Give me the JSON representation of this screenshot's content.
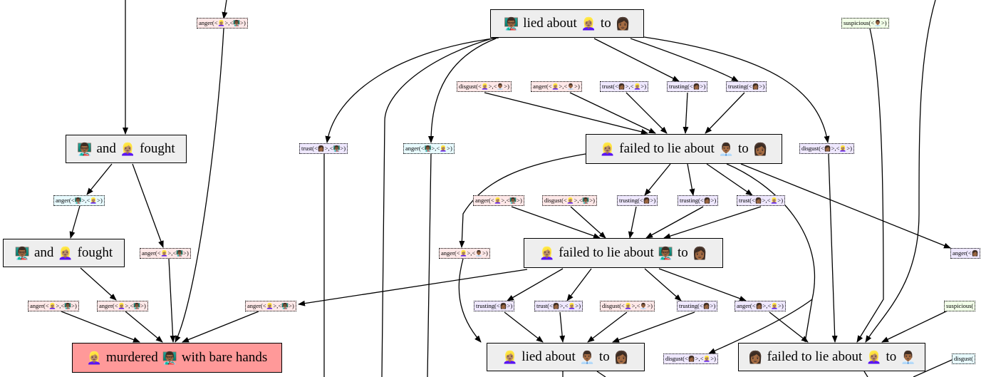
{
  "glyphs": {
    "a": "👨🏾‍🏫",
    "b": "👱🏽‍♀️",
    "c": "👩🏾",
    "d": "👨🏾‍💼"
  },
  "nodes": [
    {
      "id": "n_lied_top",
      "ref": "lied_top",
      "tokens": [
        "G:a",
        "lied about",
        "G:b",
        "to",
        "G:c"
      ],
      "goal": false
    },
    {
      "id": "n_fought1",
      "ref": "fought1",
      "tokens": [
        "G:a",
        "and",
        "G:b",
        "fought"
      ],
      "goal": false
    },
    {
      "id": "n_fought2",
      "ref": "fought2",
      "tokens": [
        "G:a",
        "and",
        "G:b",
        "fought"
      ],
      "goal": false
    },
    {
      "id": "n_failed1",
      "ref": "failed1",
      "tokens": [
        "G:b",
        "failed to lie about",
        "G:d",
        "to",
        "G:c"
      ],
      "goal": false
    },
    {
      "id": "n_failed2",
      "ref": "failed2",
      "tokens": [
        "G:b",
        "failed to lie about",
        "G:a",
        "to",
        "G:c"
      ],
      "goal": false
    },
    {
      "id": "n_lied_bot",
      "ref": "lied_bot",
      "tokens": [
        "G:b",
        "lied about",
        "G:d",
        "to",
        "G:c"
      ],
      "goal": false
    },
    {
      "id": "n_failed3",
      "ref": "failed3",
      "tokens": [
        "G:c",
        "failed to lie about",
        "G:b",
        "to",
        "G:d"
      ],
      "goal": false
    },
    {
      "id": "n_murdered",
      "ref": "murdered",
      "tokens": [
        "G:b",
        "murdered",
        "G:a",
        "with bare hands"
      ],
      "goal": true
    }
  ],
  "labels": [
    {
      "id": "l_anger_top",
      "color": "#ffe8e8",
      "tokens": [
        "anger(<",
        "G:b",
        ">,<",
        "G:a",
        ">)"
      ]
    },
    {
      "id": "l_susp_top",
      "color": "#f2ffe8",
      "tokens": [
        "suspicious(<",
        "G:d",
        ">)"
      ]
    },
    {
      "id": "l_disgust1",
      "color": "#ffe8e8",
      "tokens": [
        "disgust(<",
        "G:b",
        ">,<",
        "G:d",
        ">)"
      ]
    },
    {
      "id": "l_anger2",
      "color": "#ffe8e8",
      "tokens": [
        "anger(<",
        "G:b",
        ">,<",
        "G:d",
        ">)"
      ]
    },
    {
      "id": "l_trust3",
      "color": "#efe8ff",
      "tokens": [
        "trust(<",
        "G:c",
        ">,<",
        "G:b",
        ">)"
      ]
    },
    {
      "id": "l_trusting1",
      "color": "#efe8ff",
      "tokens": [
        "trusting(<",
        "G:c",
        ">)"
      ]
    },
    {
      "id": "l_trusting2",
      "color": "#efe8ff",
      "tokens": [
        "trusting(<",
        "G:c",
        ">)"
      ]
    },
    {
      "id": "l_trust_left",
      "color": "#efe8ff",
      "tokens": [
        "trust(<",
        "G:c",
        ">,<",
        "G:a",
        ">)"
      ]
    },
    {
      "id": "l_anger_mid",
      "color": "#e8fbff",
      "tokens": [
        "anger(<",
        "G:a",
        ">,<",
        "G:b",
        ">)"
      ]
    },
    {
      "id": "l_disgust_r",
      "color": "#efe8ff",
      "tokens": [
        "disgust(<",
        "G:c",
        ">,<",
        "G:b",
        ">)"
      ]
    },
    {
      "id": "l_anger_f1",
      "color": "#e8fbff",
      "tokens": [
        "anger(<",
        "G:a",
        ">,<",
        "G:b",
        ">)"
      ]
    },
    {
      "id": "l_anger_f2",
      "color": "#ffe8e8",
      "tokens": [
        "anger(<",
        "G:b",
        ">,<",
        "G:a",
        ">)"
      ]
    },
    {
      "id": "l_anger_r1",
      "color": "#ffe8e8",
      "tokens": [
        "anger(<",
        "G:b",
        ">,<",
        "G:a",
        ">)"
      ]
    },
    {
      "id": "l_disgust_r1",
      "color": "#ffe8e8",
      "tokens": [
        "disgust(<",
        "G:b",
        ">,<",
        "G:a",
        ">)"
      ]
    },
    {
      "id": "l_trusting_r1a",
      "color": "#efe8ff",
      "tokens": [
        "trusting(<",
        "G:c",
        ">)"
      ]
    },
    {
      "id": "l_trusting_r1b",
      "color": "#efe8ff",
      "tokens": [
        "trusting(<",
        "G:c",
        ">)"
      ]
    },
    {
      "id": "l_trust_r1",
      "color": "#efe8ff",
      "tokens": [
        "trust(<",
        "G:c",
        ">,<",
        "G:b",
        ">)"
      ]
    },
    {
      "id": "l_anger_left2",
      "color": "#ffe8e8",
      "tokens": [
        "anger(<",
        "G:b",
        ">,<",
        "G:d",
        ">)"
      ]
    },
    {
      "id": "l_anger_edge",
      "color": "#efe8ff",
      "tokens": [
        "anger(<",
        "G:c"
      ]
    },
    {
      "id": "l_anger_f2a",
      "color": "#ffe8e8",
      "tokens": [
        "anger(<",
        "G:b",
        ">,<",
        "G:a",
        ">)"
      ]
    },
    {
      "id": "l_anger_f2b",
      "color": "#ffe8e8",
      "tokens": [
        "anger(<",
        "G:b",
        ">,<",
        "G:a",
        ">)"
      ]
    },
    {
      "id": "l_anger_mid2",
      "color": "#ffe8e8",
      "tokens": [
        "anger(<",
        "G:b",
        ">,<",
        "G:a",
        ">)"
      ]
    },
    {
      "id": "l_trusting_r2a",
      "color": "#efe8ff",
      "tokens": [
        "trusting(<",
        "G:c",
        ">)"
      ]
    },
    {
      "id": "l_trust_r2",
      "color": "#efe8ff",
      "tokens": [
        "trust(<",
        "G:c",
        ">,<",
        "G:b",
        ">)"
      ]
    },
    {
      "id": "l_disgust_r2",
      "color": "#ffe8e8",
      "tokens": [
        "disgust(<",
        "G:b",
        ">,<",
        "G:d",
        ">)"
      ]
    },
    {
      "id": "l_trusting_r2b",
      "color": "#efe8ff",
      "tokens": [
        "trusting(<",
        "G:c",
        ">)"
      ]
    },
    {
      "id": "l_anger_r2",
      "color": "#efe8ff",
      "tokens": [
        "anger(<",
        "G:c",
        ">,<",
        "G:b",
        ">)"
      ]
    },
    {
      "id": "l_susp_edge",
      "color": "#f2ffe8",
      "tokens": [
        "suspicious("
      ]
    },
    {
      "id": "l_disgust_bot",
      "color": "#efe8ff",
      "tokens": [
        "disgust(<",
        "G:c",
        ">,<",
        "G:b",
        ">)"
      ]
    },
    {
      "id": "l_disgust_edge",
      "color": "#e8fbff",
      "tokens": [
        "disgust("
      ]
    }
  ]
}
